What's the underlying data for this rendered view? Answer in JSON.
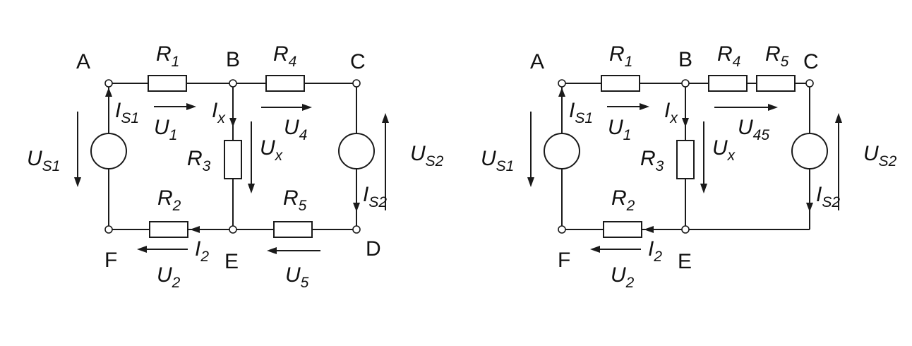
{
  "left": {
    "nodes": {
      "A": "A",
      "B": "B",
      "C": "C",
      "D": "D",
      "E": "E",
      "F": "F"
    },
    "labels": {
      "R1": {
        "main": "R",
        "sub": "1"
      },
      "R2": {
        "main": "R",
        "sub": "2"
      },
      "R3": {
        "main": "R",
        "sub": "3"
      },
      "R4": {
        "main": "R",
        "sub": "4"
      },
      "R5": {
        "main": "R",
        "sub": "5"
      },
      "IS1": {
        "main": "I",
        "sub": "S1"
      },
      "U1": {
        "main": "U",
        "sub": "1"
      },
      "Ix": {
        "main": "I",
        "sub": "x"
      },
      "U4": {
        "main": "U",
        "sub": "4"
      },
      "Ux": {
        "main": "U",
        "sub": "x"
      },
      "US1": {
        "main": "U",
        "sub": "S1"
      },
      "US2": {
        "main": "U",
        "sub": "S2"
      },
      "IS2": {
        "main": "I",
        "sub": "S2"
      },
      "I2": {
        "main": "I",
        "sub": "2"
      },
      "U2": {
        "main": "U",
        "sub": "2"
      },
      "U5": {
        "main": "U",
        "sub": "5"
      }
    }
  },
  "right": {
    "nodes": {
      "A": "A",
      "B": "B",
      "C": "C",
      "E": "E",
      "F": "F"
    },
    "labels": {
      "R1": {
        "main": "R",
        "sub": "1"
      },
      "R2": {
        "main": "R",
        "sub": "2"
      },
      "R3": {
        "main": "R",
        "sub": "3"
      },
      "R4": {
        "main": "R",
        "sub": "4"
      },
      "R5": {
        "main": "R",
        "sub": "5"
      },
      "IS1": {
        "main": "I",
        "sub": "S1"
      },
      "U1": {
        "main": "U",
        "sub": "1"
      },
      "Ix": {
        "main": "I",
        "sub": "x"
      },
      "U45": {
        "main": "U",
        "sub": "45"
      },
      "Ux": {
        "main": "U",
        "sub": "x"
      },
      "US1": {
        "main": "U",
        "sub": "S1"
      },
      "US2": {
        "main": "U",
        "sub": "S2"
      },
      "IS2": {
        "main": "I",
        "sub": "S2"
      },
      "I2": {
        "main": "I",
        "sub": "2"
      },
      "U2": {
        "main": "U",
        "sub": "2"
      }
    }
  }
}
